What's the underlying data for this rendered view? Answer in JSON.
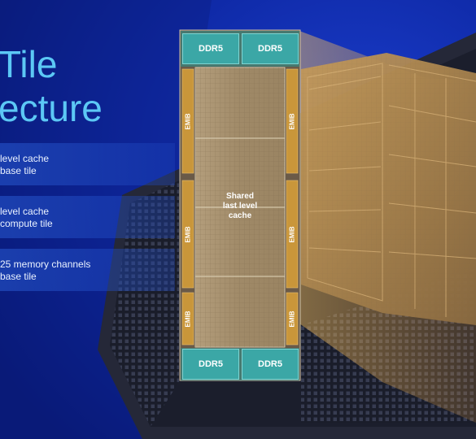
{
  "title": {
    "line1": "Tile",
    "line2": "ecture"
  },
  "bullets": [
    {
      "line1": "level cache",
      "line2": "base tile"
    },
    {
      "line1": "level cache",
      "line2": "compute tile"
    },
    {
      "line1": "25 memory channels",
      "line2": "base tile"
    }
  ],
  "diagram": {
    "ddr_label": "DDR5",
    "emib_label": "EMIB",
    "llc_line1": "Shared",
    "llc_line2": "last level",
    "llc_line3": "cache"
  },
  "colors": {
    "background": "#0a1f8f",
    "title": "#5cc8f5",
    "ddr": "#3ba7a6",
    "emib": "#c9963a",
    "cache": "#a89474",
    "glow": "#f0b040"
  }
}
